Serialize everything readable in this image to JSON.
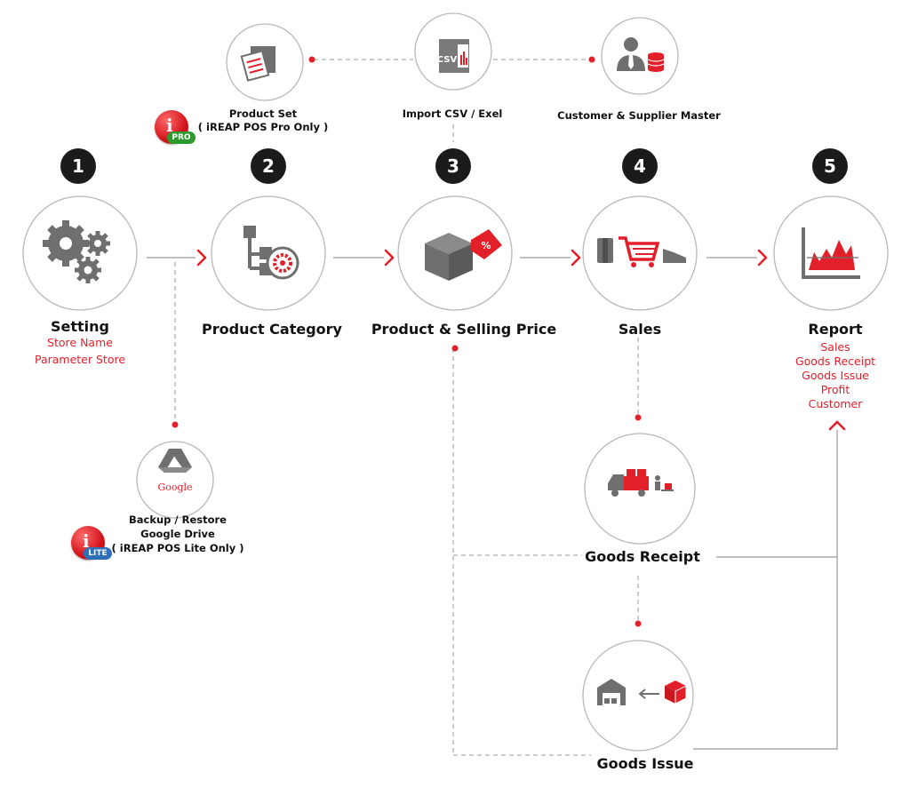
{
  "steps": [
    {
      "num": "1",
      "title": "Setting",
      "subs": [
        "Store Name",
        "Parameter Store"
      ],
      "icon": "gears-icon"
    },
    {
      "num": "2",
      "title": "Product Category",
      "subs": [],
      "icon": "category-tree-icon"
    },
    {
      "num": "3",
      "title": "Product & Selling Price",
      "subs": [],
      "icon": "box-price-tag-icon"
    },
    {
      "num": "4",
      "title": "Sales",
      "subs": [],
      "icon": "shopping-cart-icon"
    },
    {
      "num": "5",
      "title": "Report",
      "subs": [
        "Sales",
        "Goods Receipt",
        "Goods Issue",
        "Profit",
        "Customer"
      ],
      "icon": "report-chart-icon"
    }
  ],
  "top_nodes": [
    {
      "lines": [
        "Product Set",
        "( iREAP POS Pro Only )"
      ],
      "icon": "product-set-icon"
    },
    {
      "lines": [
        "Import CSV / Exel"
      ],
      "icon": "csv-import-icon",
      "icon_text": "CSV"
    },
    {
      "lines": [
        "Customer & Supplier Master"
      ],
      "icon": "customer-database-icon"
    }
  ],
  "backup": {
    "lines": [
      "Backup / Restore",
      "Google Drive",
      "( iREAP POS Lite Only )"
    ],
    "icon_text": "Google",
    "icon": "google-drive-icon"
  },
  "badges": {
    "pro": "PRO",
    "lite": "LITE",
    "letter": "i"
  },
  "goods_receipt": {
    "title": "Goods Receipt",
    "icon": "delivery-truck-icon"
  },
  "goods_issue": {
    "title": "Goods Issue",
    "icon": "warehouse-icon"
  },
  "colors": {
    "accent": "#e3202a",
    "line": "#9a9a9a",
    "icon_gray": "#6f6f6f",
    "pro_green": "#2c9a2c",
    "lite_blue": "#2d6fb8"
  }
}
